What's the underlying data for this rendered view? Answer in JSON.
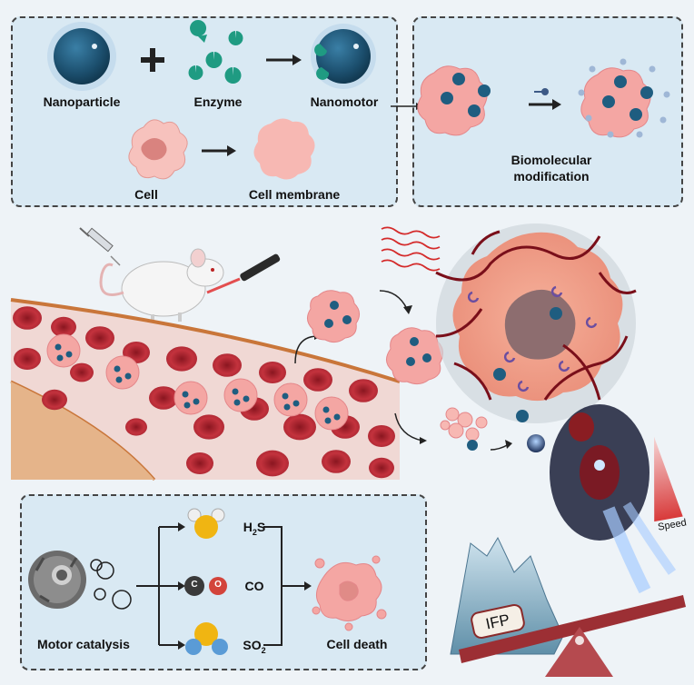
{
  "top_left_panel": {
    "nanoparticle_label": "Nanoparticle",
    "enzyme_label": "Enzyme",
    "nanomotor_label": "Nanomotor",
    "cell_label": "Cell",
    "cell_membrane_label": "Cell membrane"
  },
  "top_right_panel": {
    "modification_line1": "Biomolecular",
    "modification_line2": "modification"
  },
  "bottom_left_panel": {
    "motor_catalysis_label": "Motor catalysis",
    "h2s_label": "H",
    "h2s_sub": "2",
    "h2s_tail": "S",
    "co_label": "CO",
    "so2_label": "SO",
    "so2_sub": "2",
    "cell_death_label": "Cell death",
    "co_atom_c": "C",
    "co_atom_o": "O"
  },
  "right_side": {
    "speed_label": "Speed",
    "ifp_label": "IFP"
  },
  "colors": {
    "panel_fill": "#d9e9f3",
    "cell_pink": "#f4a6a3",
    "nanoparticle_blue": "#1f5d80",
    "enzyme_teal": "#1f9b82",
    "blood_red": "#b22a34",
    "tumor_orange": "#f0a48f"
  }
}
